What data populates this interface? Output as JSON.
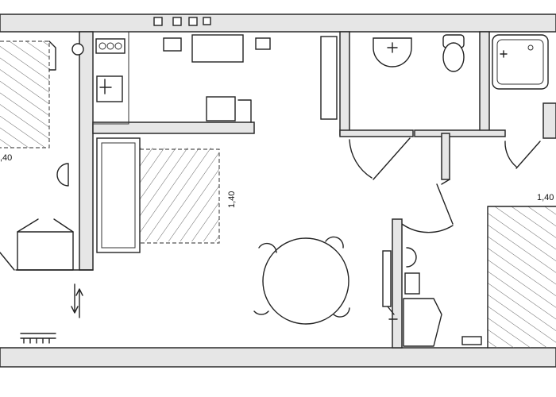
{
  "plan": {
    "bed_width_labels": {
      "left_room": ",40",
      "center": "1,40",
      "right_room": "1,40"
    }
  }
}
